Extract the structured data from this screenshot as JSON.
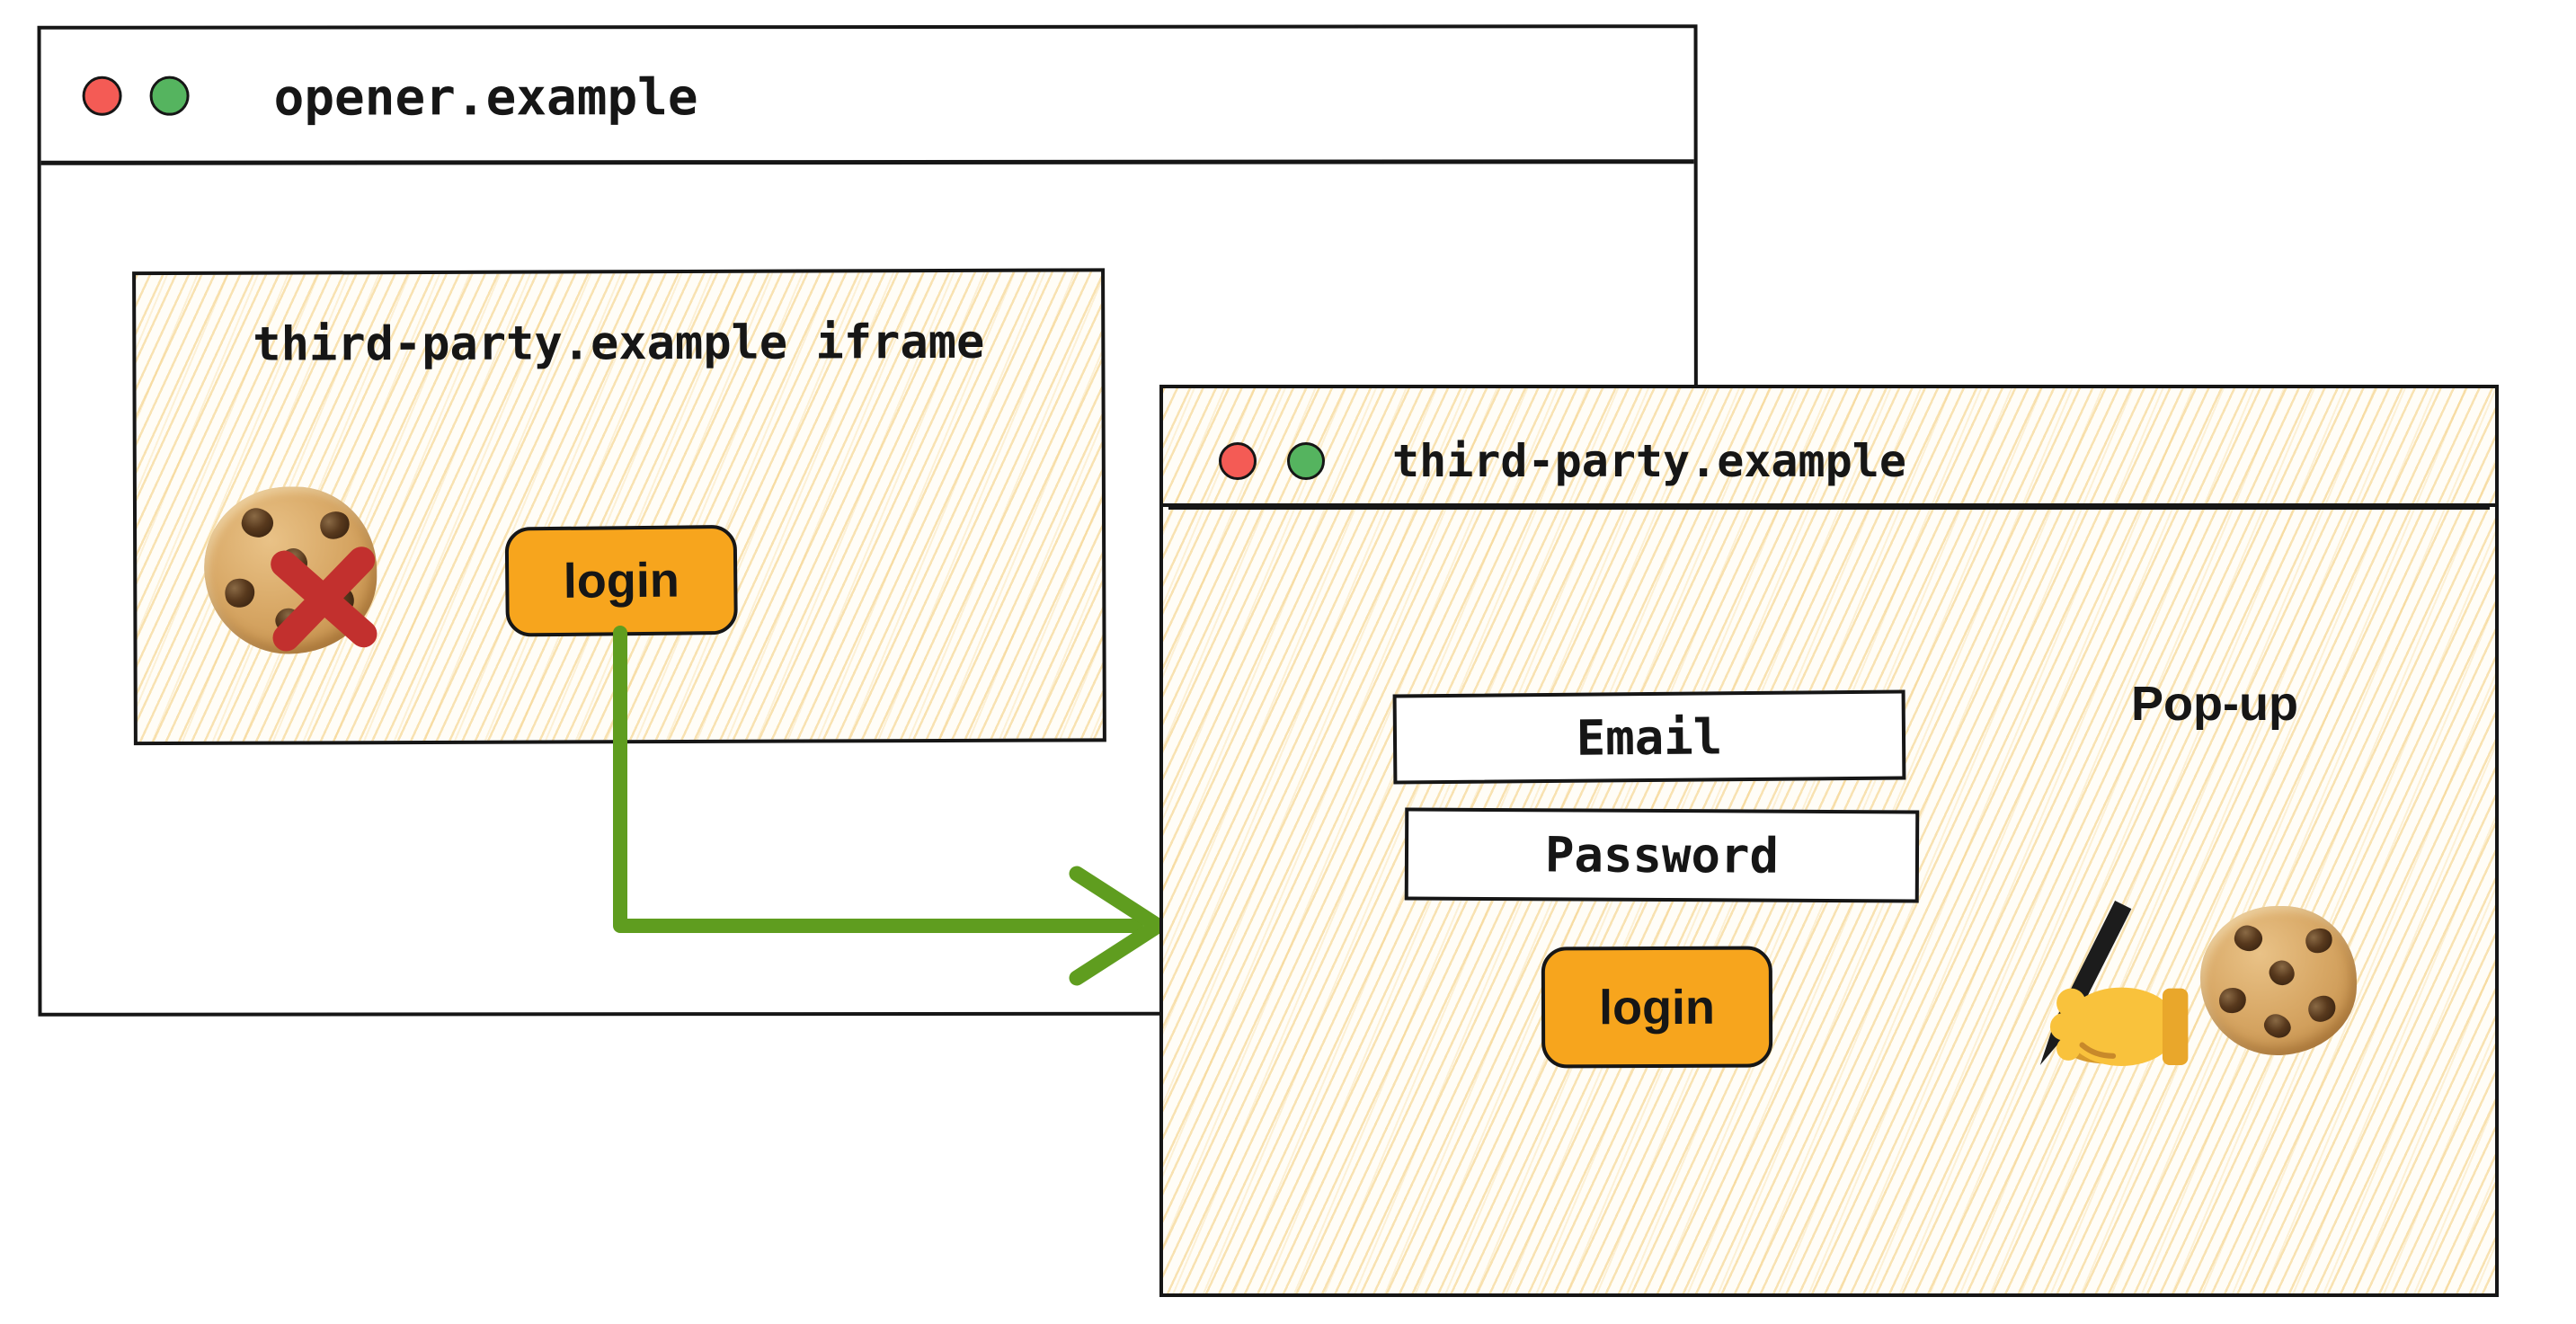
{
  "windows": {
    "opener": {
      "title": "opener.example",
      "traffic_lights": {
        "left_color": "#F45B55",
        "right_color": "#55B45F"
      },
      "iframe": {
        "label": "third-party.example iframe",
        "login_label": "login",
        "icons": [
          "cookie-icon",
          "blocked-x-icon"
        ]
      }
    },
    "popup": {
      "title": "third-party.example",
      "annotation": "Pop-up",
      "traffic_lights": {
        "left_color": "#F45B55",
        "right_color": "#55B45F"
      },
      "fields": [
        {
          "placeholder": "Email"
        },
        {
          "placeholder": "Password"
        }
      ],
      "login_label": "login",
      "icons": [
        "writing-hand-icon",
        "cookie-icon"
      ]
    }
  },
  "arrow": {
    "color": "#5F9D1F",
    "from": "iframe-login-button",
    "to": "popup-window"
  },
  "colors": {
    "button_orange": "#F7A51D",
    "blocked_red": "#C2302E",
    "ink": "#161616",
    "hatch_yellow": "#F3CB78"
  }
}
